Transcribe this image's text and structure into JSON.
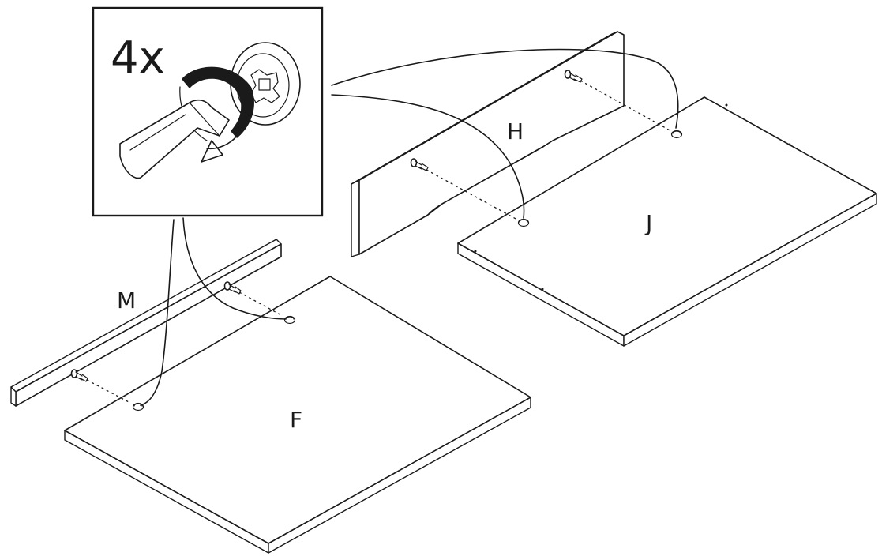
{
  "callout": {
    "quantity": "4x",
    "icon": "screwdriver-turning-cam-lock-icon"
  },
  "parts": {
    "H": "H",
    "J": "J",
    "M": "M",
    "F": "F"
  },
  "colors": {
    "ink": "#1a1a1a",
    "paper": "#ffffff"
  }
}
